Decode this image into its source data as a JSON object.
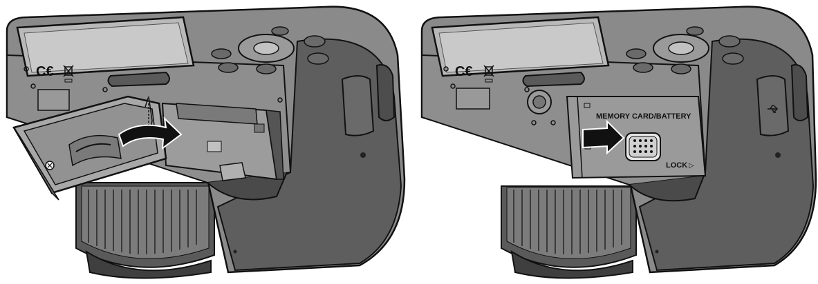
{
  "diagram": {
    "left_panel": {
      "markings": {
        "ce": "C€"
      }
    },
    "right_panel": {
      "markings": {
        "ce": "C€"
      },
      "door_label": "MEMORY CARD/BATTERY",
      "lock_label": "LOCK",
      "lock_arrow_glyph": "▷"
    },
    "icons": [
      "usb-icon",
      "weee-bin-icon",
      "rotate-arrow-icon",
      "slide-arrow-icon"
    ],
    "colors": {
      "body_dark": "#4a4a4a",
      "body_mid": "#6e6e6e",
      "body_light": "#9a9a9a",
      "screen": "#b9b9b9",
      "outline": "#111111"
    }
  }
}
